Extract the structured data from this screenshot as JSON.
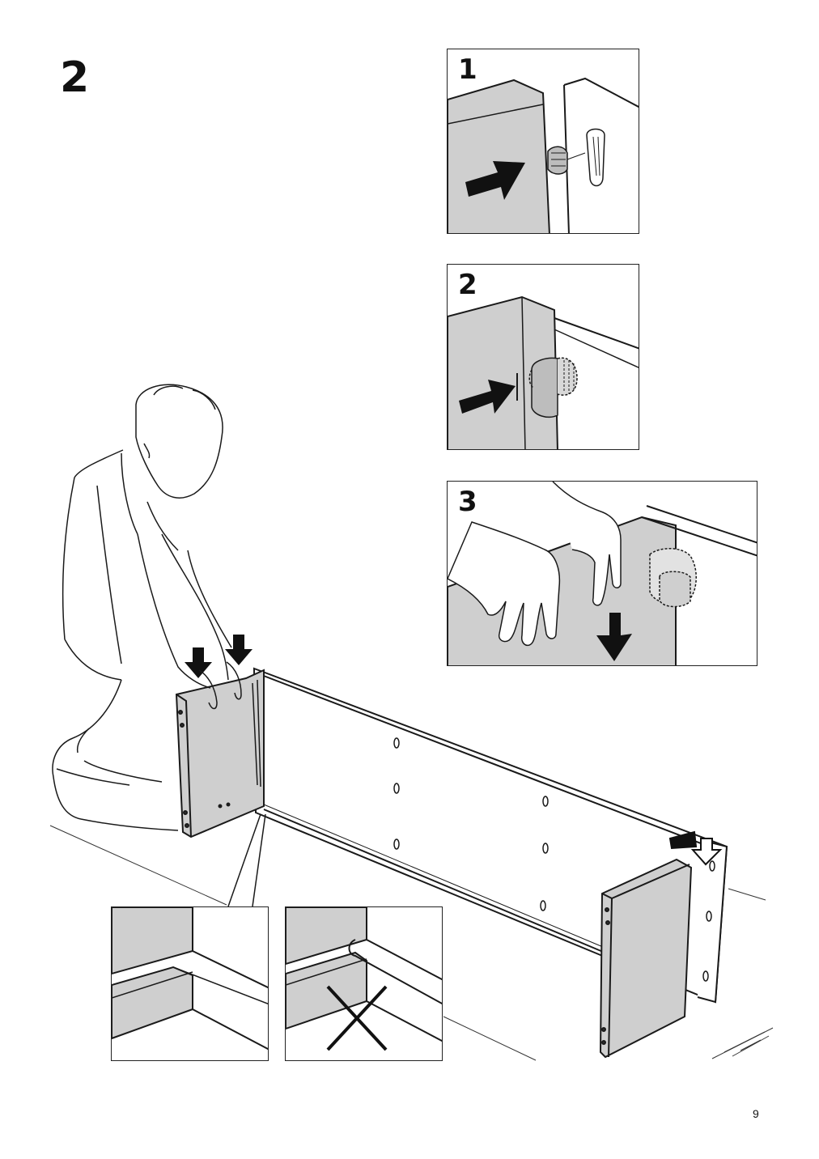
{
  "page": {
    "step_number": "2",
    "page_number": "9"
  },
  "details": [
    {
      "label": "1"
    },
    {
      "label": "2"
    },
    {
      "label": "3"
    }
  ],
  "colors": {
    "panel_gray": "#cfcfcf",
    "line": "#1a1a1a",
    "arrow": "#111111"
  },
  "icons": [
    "push-arrow-icon",
    "down-arrow-icon",
    "cross-icon",
    "hand-icon"
  ]
}
